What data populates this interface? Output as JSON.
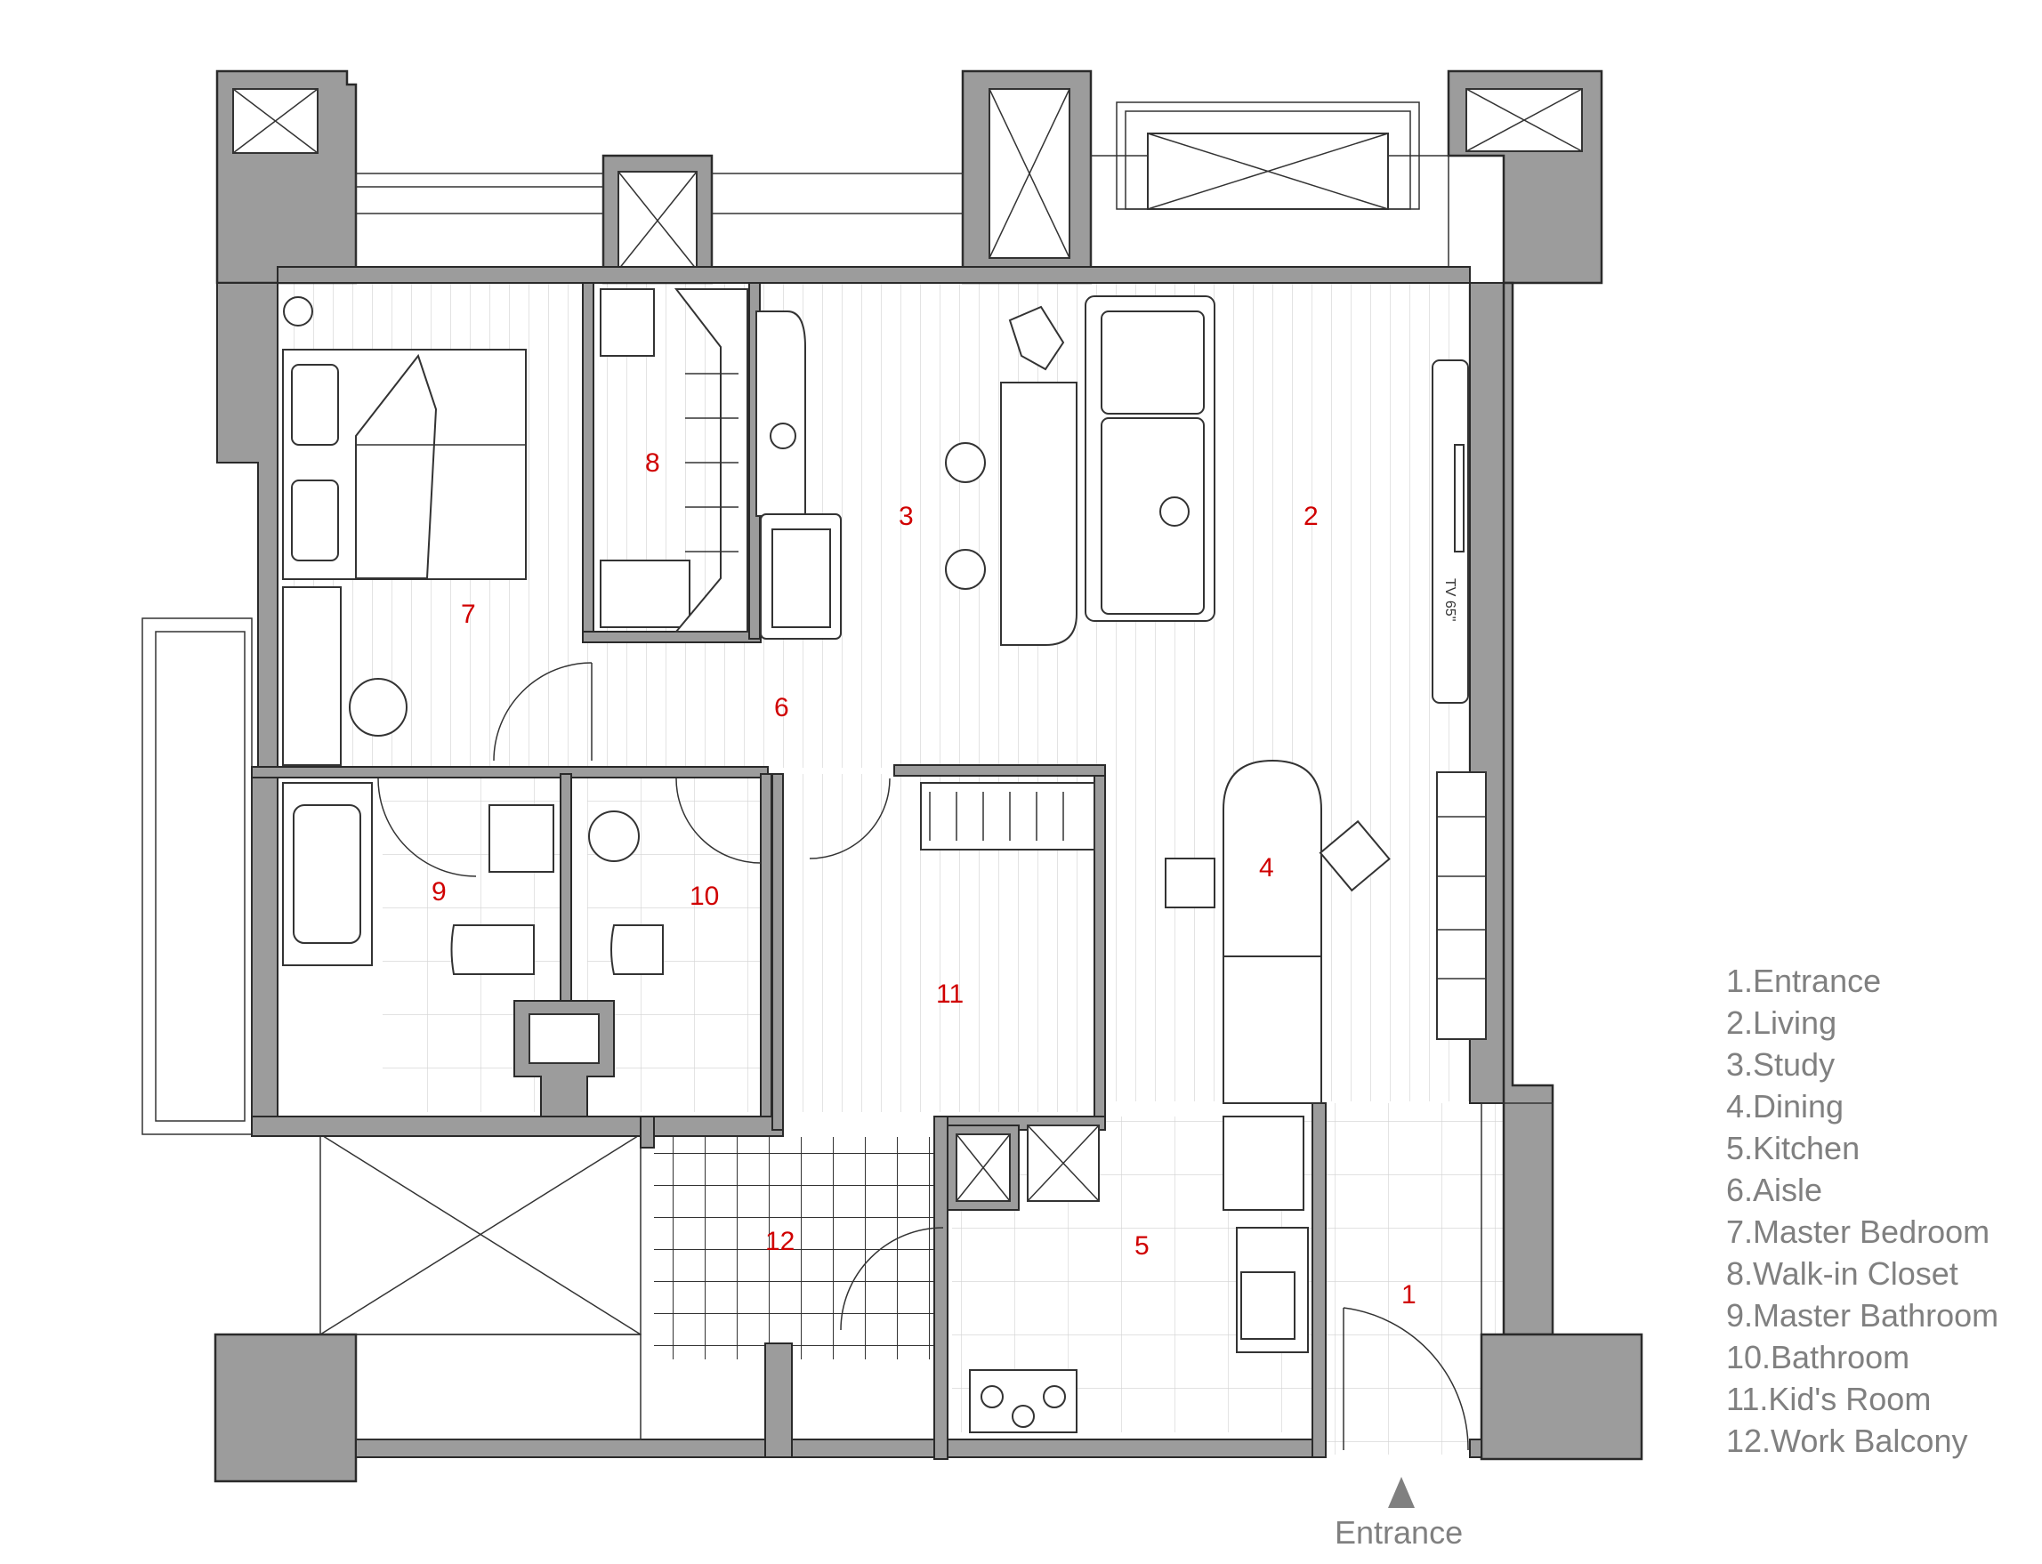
{
  "rooms": [
    {
      "id": "1",
      "label": "1"
    },
    {
      "id": "2",
      "label": "2"
    },
    {
      "id": "3",
      "label": "3"
    },
    {
      "id": "4",
      "label": "4"
    },
    {
      "id": "5",
      "label": "5"
    },
    {
      "id": "6",
      "label": "6"
    },
    {
      "id": "7",
      "label": "7"
    },
    {
      "id": "8",
      "label": "8"
    },
    {
      "id": "9",
      "label": "9"
    },
    {
      "id": "10",
      "label": "10"
    },
    {
      "id": "11",
      "label": "11"
    },
    {
      "id": "12",
      "label": "12"
    }
  ],
  "legend": [
    "1.Entrance",
    "2.Living",
    "3.Study",
    "4.Dining",
    "5.Kitchen",
    "6.Aisle",
    "7.Master Bedroom",
    "8.Walk-in Closet",
    "9.Master Bathroom",
    "10.Bathroom",
    "11.Kid's Room",
    "12.Work Balcony"
  ],
  "entrance_label": "Entrance",
  "tv_label": "TV 65\"",
  "colors": {
    "wall": "#9c9c9c",
    "room_number": "#d00000",
    "legend_text": "#808080"
  },
  "icons": [
    "entrance-arrow-icon",
    "bed-icon",
    "bathtub-icon",
    "toilet-icon",
    "sink-icon",
    "stove-icon",
    "sofa-icon",
    "chair-icon",
    "person-icon"
  ]
}
